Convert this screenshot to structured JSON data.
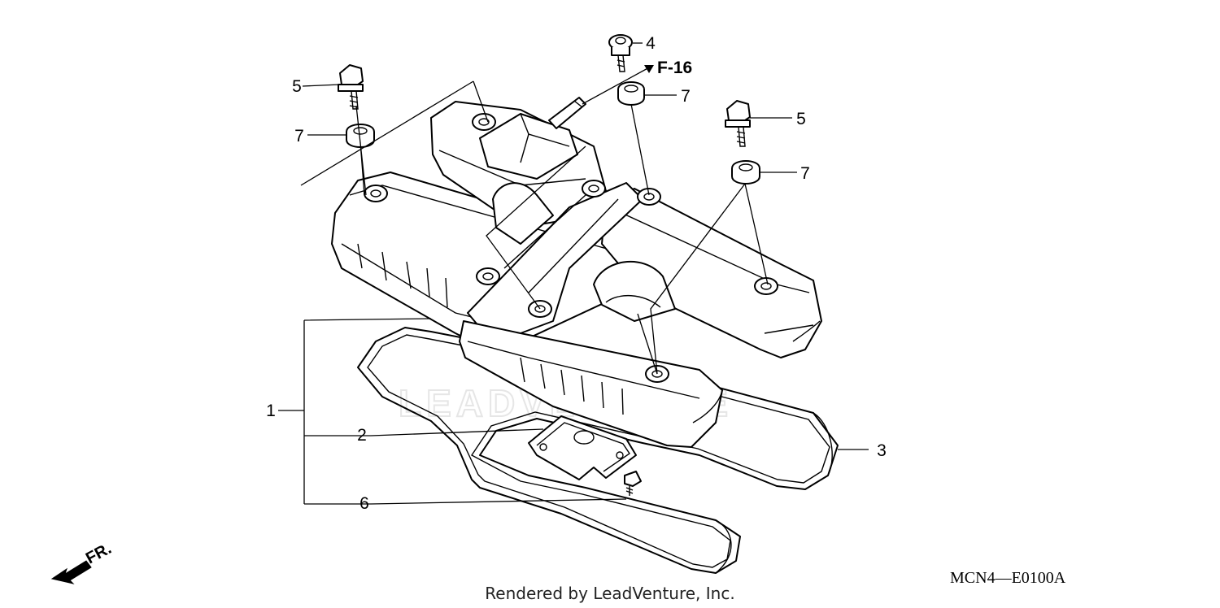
{
  "callouts": [
    {
      "id": "1",
      "label": "1"
    },
    {
      "id": "2",
      "label": "2"
    },
    {
      "id": "3",
      "label": "3"
    },
    {
      "id": "4",
      "label": "4"
    },
    {
      "id": "5a",
      "label": "5"
    },
    {
      "id": "5b",
      "label": "5"
    },
    {
      "id": "6",
      "label": "6"
    },
    {
      "id": "7a",
      "label": "7"
    },
    {
      "id": "7b",
      "label": "7"
    },
    {
      "id": "7c",
      "label": "7"
    }
  ],
  "reference": "F-16",
  "front_indicator": "FR.",
  "diagram_code": "MCN4—E0100A",
  "credit": "Rendered by LeadVenture, Inc.",
  "watermark": "LEADVENTURE"
}
